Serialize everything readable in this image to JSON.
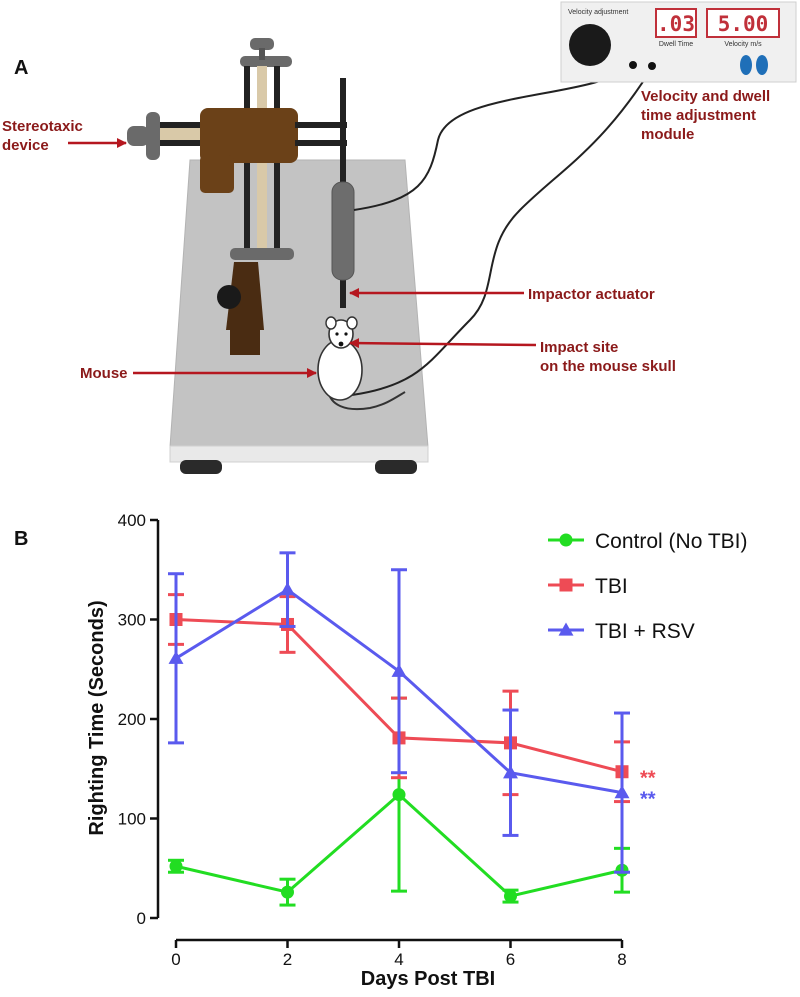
{
  "panel_a": {
    "label": "A",
    "module_panel": {
      "velocity_adjustment_label": "Velocity adjustment",
      "dwell_display": ".03",
      "dwell_caption": "Dwell Time",
      "velocity_display": "5.00",
      "velocity_caption": "Velocity m/s"
    },
    "annotations": {
      "stereotaxic_line1": "Stereotaxic",
      "stereotaxic_line2": "device",
      "module_line1": "Velocity and dwell",
      "module_line2": "time adjustment",
      "module_line3": "module",
      "impactor": "Impactor actuator",
      "impact_line1": "Impact site",
      "impact_line2": "on the mouse skull",
      "mouse": "Mouse"
    },
    "colors": {
      "annotation": "#8b1a1a",
      "platform": "#c3c3c3",
      "stereotaxic_body": "#6b4118",
      "actuator": "#6d6d6d"
    }
  },
  "panel_b": {
    "label": "B",
    "significance": [
      {
        "text": "**",
        "color": "#ee4b55"
      },
      {
        "text": "**",
        "color": "#5a5aee"
      }
    ]
  },
  "chart_data": {
    "type": "line",
    "xlabel": "Days Post TBI",
    "ylabel": "Righting Time (Seconds)",
    "xlim": [
      0,
      8
    ],
    "ylim": [
      0,
      400
    ],
    "xticks": [
      "0",
      "2",
      "4",
      "6",
      "8"
    ],
    "yticks": [
      "0",
      "100",
      "200",
      "300",
      "400"
    ],
    "x": [
      0,
      2,
      4,
      6,
      8
    ],
    "grid": false,
    "legend": "top-right",
    "series": [
      {
        "name": "Control (No TBI)",
        "color": "#22dd22",
        "marker": "circle",
        "values": [
          52,
          26,
          124,
          22,
          48
        ],
        "errors": [
          6,
          13,
          97,
          6,
          22
        ]
      },
      {
        "name": "TBI",
        "color": "#ee4b55",
        "marker": "square",
        "values": [
          300,
          295,
          181,
          176,
          147
        ],
        "errors": [
          25,
          28,
          40,
          52,
          30
        ]
      },
      {
        "name": "TBI + RSV",
        "color": "#5a5aee",
        "marker": "triangle",
        "values": [
          261,
          330,
          248,
          146,
          126
        ],
        "errors": [
          85,
          37,
          102,
          63,
          80
        ]
      }
    ]
  }
}
